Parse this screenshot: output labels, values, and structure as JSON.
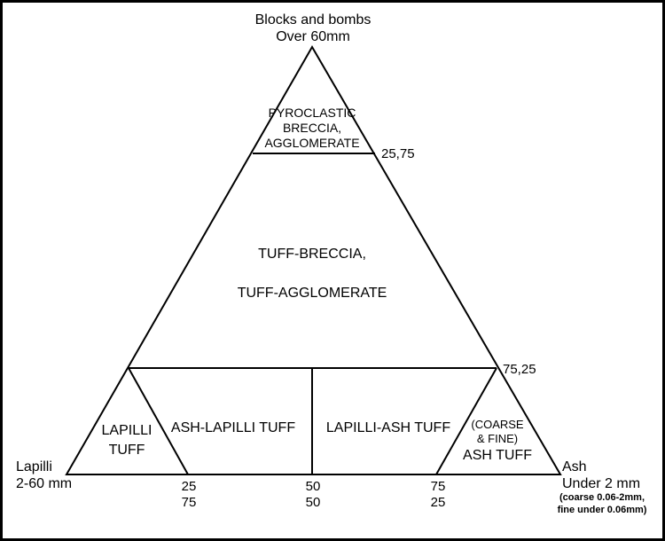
{
  "apex": {
    "top_line1": "Blocks and bombs",
    "top_line2": "Over 60mm",
    "left_line1": "Lapilli",
    "left_line2": "2-60 mm",
    "right_line1": "Ash",
    "right_line2": "Under 2 mm",
    "right_note1": "(coarse 0.06-2mm,",
    "right_note2": "fine under 0.06mm)"
  },
  "fields": {
    "pyroclastic_1": "PYROCLASTIC",
    "pyroclastic_2": "BRECCIA,",
    "pyroclastic_3": "AGGLOMERATE",
    "tuff_breccia": "TUFF-BRECCIA,",
    "tuff_agglomerate": "TUFF-AGGLOMERATE",
    "lapilli_tuff_1": "LAPILLI",
    "lapilli_tuff_2": "TUFF",
    "ash_lapilli_tuff": "ASH-LAPILLI TUFF",
    "lapilli_ash_tuff": "LAPILLI-ASH TUFF",
    "ash_tuff_note1": "(COARSE",
    "ash_tuff_note2": "& FINE)",
    "ash_tuff": "ASH TUFF"
  },
  "ticks": {
    "upper_side": "25,75",
    "middle_side": "75,25",
    "base_25_top": "25",
    "base_25_bottom": "75",
    "base_50_top": "50",
    "base_50_bottom": "50",
    "base_75_top": "75",
    "base_75_bottom": "25"
  },
  "colors": {
    "line": "#000000",
    "background": "#ffffff"
  }
}
